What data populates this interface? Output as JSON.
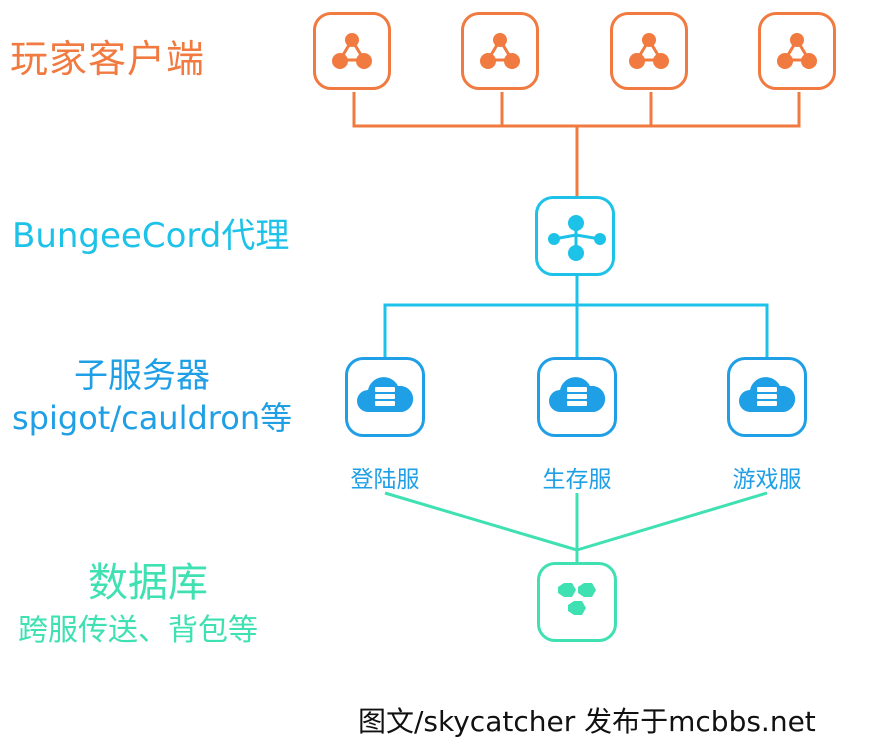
{
  "labels": {
    "client": "玩家客户端",
    "proxy": "BungeeCord代理",
    "subserver_title": "子服务器",
    "subserver_sub": "spigot/cauldron等",
    "database_title": "数据库",
    "database_sub": "跨服传送、背包等"
  },
  "servers": [
    "登陆服",
    "生存服",
    "游戏服"
  ],
  "credit": "图文/skycatcher    发布于mcbbs.net",
  "colors": {
    "client": "#f07a3f",
    "proxy": "#1dc2e8",
    "server": "#1f9fe6",
    "database": "#3fe0b1"
  },
  "icons": {
    "client": "share-network-icon",
    "proxy": "share-hub-icon",
    "server": "cloud-server-icon",
    "database": "hexagon-cluster-icon"
  }
}
